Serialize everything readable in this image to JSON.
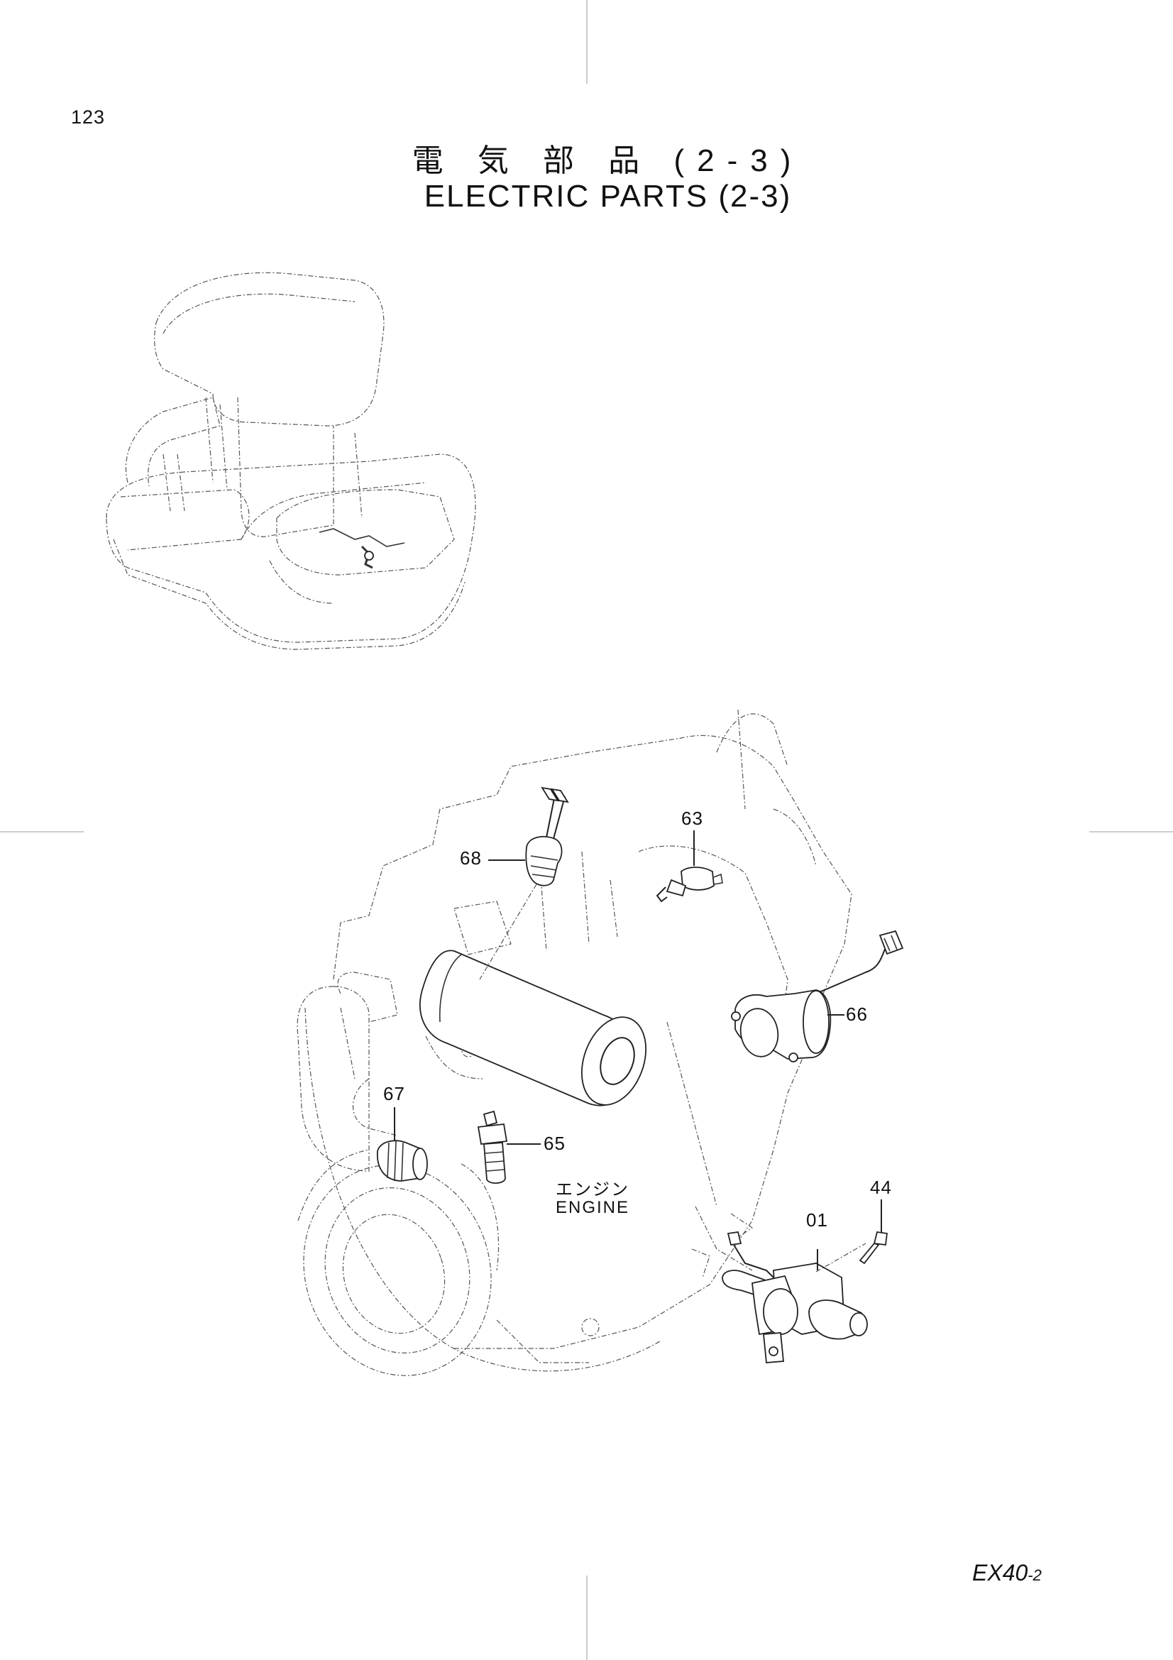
{
  "page": {
    "number": "123",
    "title_jp": "電 気 部 品 (2-3)",
    "title_en": "ELECTRIC PARTS (2-3)",
    "model": "EX40",
    "model_suffix": "-2"
  },
  "engine_label": {
    "jp": "エンジン",
    "en": "ENGINE"
  },
  "callouts": [
    {
      "id": "68",
      "label": "68"
    },
    {
      "id": "63",
      "label": "63"
    },
    {
      "id": "66",
      "label": "66"
    },
    {
      "id": "67",
      "label": "67"
    },
    {
      "id": "65",
      "label": "65"
    },
    {
      "id": "44",
      "label": "44"
    },
    {
      "id": "01",
      "label": "01"
    }
  ]
}
